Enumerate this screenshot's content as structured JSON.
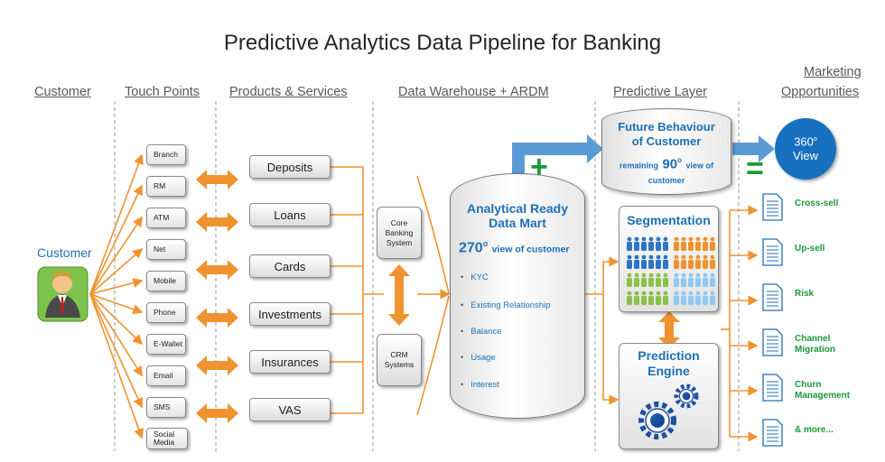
{
  "title": "Predictive Analytics Data Pipeline for Banking",
  "columns": {
    "customer": "Customer",
    "touch_points": "Touch Points",
    "products_services": "Products & Services",
    "data_warehouse": "Data Warehouse + ARDM",
    "predictive_layer": "Predictive Layer",
    "marketing_line1": "Marketing",
    "marketing_line2": "Opportunities"
  },
  "customer_label": "Customer",
  "touch_points": [
    "Branch",
    "RM",
    "ATM",
    "Net",
    "Mobile",
    "Phone",
    "E-Wallet",
    "Email",
    "SMS",
    "Social Media"
  ],
  "products": [
    "Deposits",
    "Loans",
    "Cards",
    "Investments",
    "Insurances",
    "VAS"
  ],
  "systems": {
    "core_banking": "Core Banking System",
    "crm": "CRM Systems"
  },
  "data_mart": {
    "title_line1": "Analytical Ready",
    "title_line2": "Data Mart",
    "degrees": "270",
    "degree_symbol": "o",
    "view_text": "view of customer",
    "bullets": [
      "KYC",
      "Existing Relationship",
      "Balance",
      "Usage",
      "Interest"
    ]
  },
  "future": {
    "line1": "Future Behaviour",
    "line2": "of Customer",
    "remaining": "remaining",
    "degrees": "90",
    "degree_symbol": "o",
    "view_text": "view of",
    "customer": "customer"
  },
  "view360": {
    "degrees": "360",
    "degree_symbol": "o",
    "label": "View"
  },
  "plus_symbol": "+",
  "equals_symbol": "=",
  "segmentation": "Segmentation",
  "prediction_line1": "Prediction",
  "prediction_line2": "Engine",
  "opportunities": [
    "Cross-sell",
    "Up-sell",
    "Risk",
    "Channel Migration",
    "Churn Management",
    "& more..."
  ],
  "colors": {
    "orange": "#f0922f",
    "blue": "#1f6fb6",
    "green": "#1a9a3a",
    "arrow_blue": "#5b9bd5"
  }
}
